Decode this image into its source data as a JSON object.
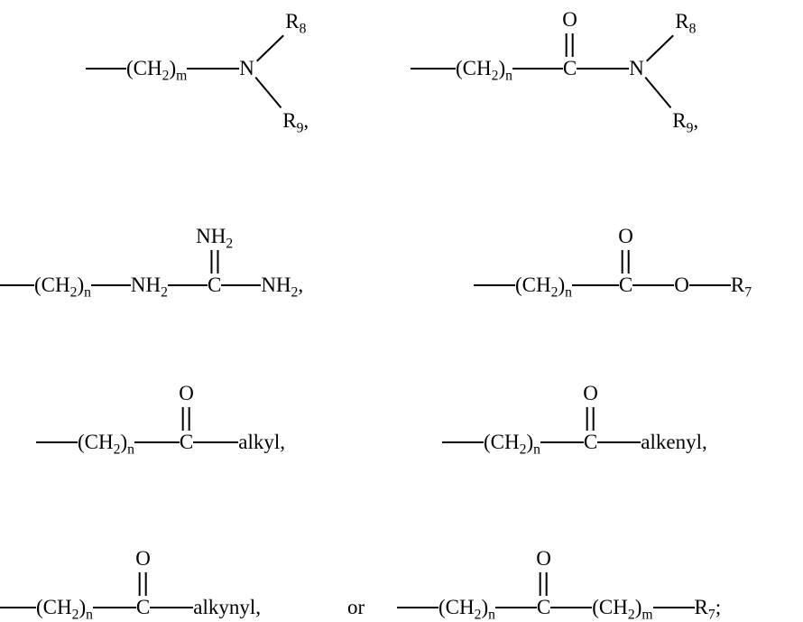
{
  "figure": {
    "ink_color": "#000000",
    "background": "#ffffff",
    "connector": "or",
    "structures": {
      "s1": {
        "ch2m": "(CH_2)_m",
        "n": "N",
        "r8": "R_8",
        "r9": "R_9,"
      },
      "s2": {
        "ch2n": "(CH_2)_n",
        "c": "C",
        "o_top": "O",
        "n": "N",
        "r8": "R_8",
        "r9": "R_9,"
      },
      "s3": {
        "ch2n": "(CH_2)_n",
        "nh2_mid": "NH_2",
        "c": "C",
        "nh2_top": "NH_2",
        "nh2_end": "NH_2,"
      },
      "s4": {
        "ch2n": "(CH_2)_n",
        "c": "C",
        "o_top": "O",
        "o_mid": "O",
        "r7": "R_7"
      },
      "s5": {
        "ch2n": "(CH_2)_n",
        "c": "C",
        "o_top": "O",
        "tail": "alkyl,"
      },
      "s6": {
        "ch2n": "(CH_2)_n",
        "c": "C",
        "o_top": "O",
        "tail": "alkenyl,"
      },
      "s7": {
        "ch2n": "(CH_2)_n",
        "c": "C",
        "o_top": "O",
        "tail": "alkynyl,"
      },
      "s8": {
        "ch2n": "(CH_2)_n",
        "c": "C",
        "o_top": "O",
        "ch2m": "(CH_2)_m",
        "r7": "R_7;"
      }
    }
  }
}
